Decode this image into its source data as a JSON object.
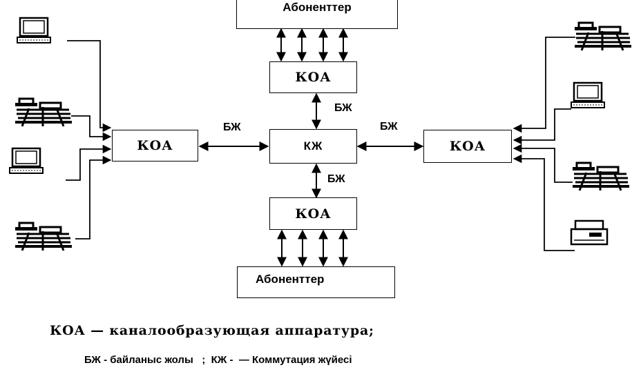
{
  "nodes": {
    "top_abonents": "Абоненттер",
    "bottom_abonents": "Абоненттер",
    "koa_top": "КОА",
    "koa_bottom": "КОА",
    "koa_left": "КОА",
    "koa_right": "КОА",
    "center": "КЖ"
  },
  "links": {
    "top": "БЖ",
    "bottom": "БЖ",
    "left": "БЖ",
    "right": "БЖ"
  },
  "legend": {
    "line1": "КОА — каналообразующая аппаратура;",
    "bj_def": "БЖ - байланыс жолы",
    "sep": ";",
    "kj_def": "КЖ -  — Коммутация жүйесі"
  },
  "icons": {
    "terminal": "computer-terminal-icon",
    "telegraph": "telegraph-apparatus-icon",
    "printer": "printer-icon"
  }
}
